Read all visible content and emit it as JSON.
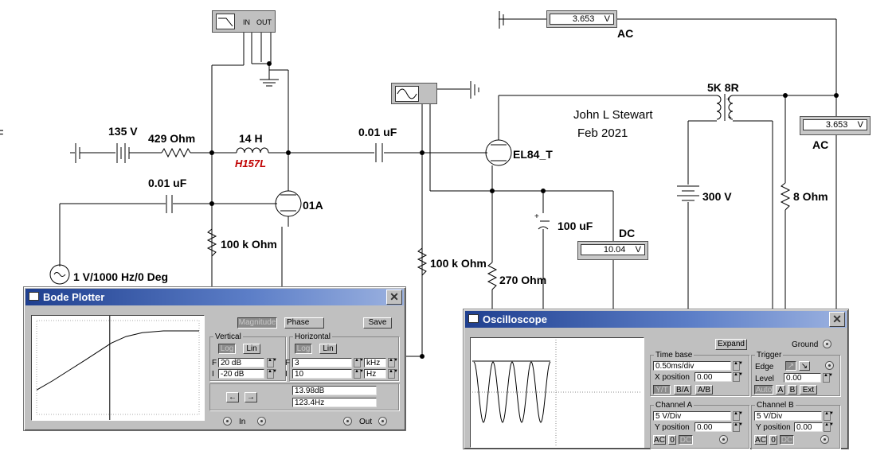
{
  "schematic": {
    "battery_voltage": "135 V",
    "resistor_series": "429  Ohm",
    "inductor_value": "14 H",
    "inductor_part": "H157L",
    "cap_coupling_1": "0.01 uF",
    "cap_input": "0.01 uF",
    "tube_01a": "01A",
    "resistor_grid_leak_1": "100 k Ohm",
    "source": "1 V/1000 Hz/0 Deg",
    "tube_el84": "EL84_T",
    "resistor_grid_leak_2": "100 k Ohm",
    "resistor_cathode": "270  Ohm",
    "cap_cathode_bypass": "100 uF",
    "transformer": "5K 8R",
    "supply_300": "300 V",
    "load_resistor": "8  Ohm",
    "author": "John L Stewart",
    "date": "Feb 2021",
    "meter_top": {
      "value": "3.653",
      "unit": "V",
      "mode": "AC"
    },
    "meter_right": {
      "value": "3.653",
      "unit": "V",
      "mode": "AC"
    },
    "meter_dc": {
      "value": "10.04",
      "unit": "V",
      "mode": "DC"
    },
    "bode_inst_in": "IN",
    "bode_inst_out": "OUT",
    "edge_glyph": "F"
  },
  "bode": {
    "title": "Bode Plotter",
    "magnitude_label": "Magnitude",
    "phase_label": "Phase",
    "save_label": "Save",
    "vertical_label": "Vertical",
    "horizontal_label": "Horizontal",
    "log_label": "Log",
    "lin_label": "Lin",
    "f_label": "F",
    "i_label": "I",
    "v_final": "20 dB",
    "v_initial": "-20 dB",
    "h_final": "3",
    "h_final_unit": "kHz",
    "h_initial": "10",
    "h_initial_unit": "Hz",
    "left_arrow": "←",
    "right_arrow": "→",
    "readout_db": "13.98dB",
    "readout_hz": "123.4Hz",
    "in_label": "In",
    "out_label": "Out",
    "curve": [
      [
        0,
        0.74
      ],
      [
        0.1,
        0.64
      ],
      [
        0.2,
        0.53
      ],
      [
        0.3,
        0.42
      ],
      [
        0.38,
        0.33
      ],
      [
        0.46,
        0.24
      ],
      [
        0.55,
        0.17
      ],
      [
        0.65,
        0.13
      ],
      [
        0.78,
        0.11
      ],
      [
        1,
        0.11
      ]
    ],
    "cursor_pos": 0.45
  },
  "scope": {
    "title": "Oscilloscope",
    "expand_label": "Expand",
    "ground_label": "Ground",
    "timebase_label": "Time base",
    "timebase_value": "0.50ms/div",
    "xpos_label": "X position",
    "xpos_value": "0.00",
    "mode_yt": "Y/T",
    "mode_ba": "B/A",
    "mode_ab": "A/B",
    "trigger_label": "Trigger",
    "edge_label": "Edge",
    "level_label": "Level",
    "level_value": "0.00",
    "trig_auto": "Auto",
    "trig_a": "A",
    "trig_b": "B",
    "trig_ext": "Ext",
    "channel_a_label": "Channel A",
    "channel_a_value": "5  V/Div",
    "channel_b_label": "Channel B",
    "channel_b_value": "5  V/Div",
    "ypos_label": "Y position",
    "ypos_a": "0.00",
    "ypos_b": "0.00",
    "ac_label": "AC",
    "zero_label": "0",
    "dc_label": "DC"
  }
}
